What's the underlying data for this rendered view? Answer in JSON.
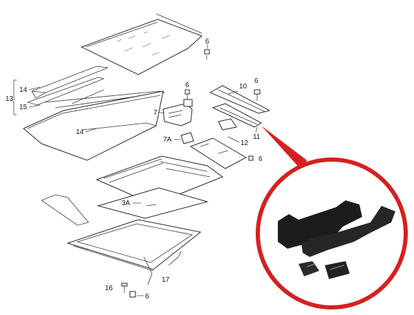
{
  "labels": {
    "l6a": "6",
    "l10": "10",
    "l6b": "6",
    "l14a": "14",
    "l13": "13",
    "l15": "15",
    "l6c": "6",
    "l7": "7",
    "l14b": "14",
    "l7a": "7A",
    "l12": "12",
    "l11": "11",
    "l6d": "6",
    "l3a": "3A",
    "l17": "17",
    "l16": "16",
    "l6e": "6"
  },
  "colors": {
    "callout_ring": "#d6201f",
    "line": "#222222",
    "part_fill": "#ffffff",
    "photo_dark": "#1c1c1c"
  }
}
